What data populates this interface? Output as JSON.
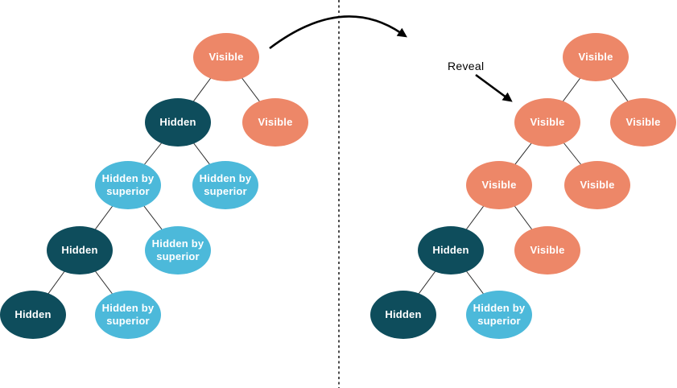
{
  "colors": {
    "background": "#FFFFFF",
    "visible_fill": "#ED8768",
    "hidden_fill": "#0E4D5C",
    "hidden_by_superior_fill": "#4CB9DA",
    "node_text": "#FFFFFF",
    "edge_line": "#2B2B2B",
    "arrow": "#000000"
  },
  "annotations": {
    "reveal_label": "Reveal",
    "transform_arrow": "curved-arrow-left-tree-to-right-tree",
    "divider": "dashed-vertical-line"
  },
  "trees": {
    "left": {
      "nodes": [
        {
          "label": "Visible",
          "state": "visible"
        },
        {
          "label": "Hidden",
          "state": "hidden"
        },
        {
          "label": "Visible",
          "state": "visible"
        },
        {
          "label": "Hidden by superior",
          "state": "hidden_by_superior"
        },
        {
          "label": "Hidden by superior",
          "state": "hidden_by_superior"
        },
        {
          "label": "Hidden",
          "state": "hidden"
        },
        {
          "label": "Hidden by superior",
          "state": "hidden_by_superior"
        },
        {
          "label": "Hidden",
          "state": "hidden"
        },
        {
          "label": "Hidden by superior",
          "state": "hidden_by_superior"
        }
      ]
    },
    "right": {
      "nodes": [
        {
          "label": "Visible",
          "state": "visible"
        },
        {
          "label": "Visible",
          "state": "visible"
        },
        {
          "label": "Visible",
          "state": "visible"
        },
        {
          "label": "Visible",
          "state": "visible"
        },
        {
          "label": "Visible",
          "state": "visible"
        },
        {
          "label": "Hidden",
          "state": "hidden"
        },
        {
          "label": "Visible",
          "state": "visible"
        },
        {
          "label": "Hidden",
          "state": "hidden"
        },
        {
          "label": "Hidden by superior",
          "state": "hidden_by_superior"
        }
      ]
    }
  }
}
